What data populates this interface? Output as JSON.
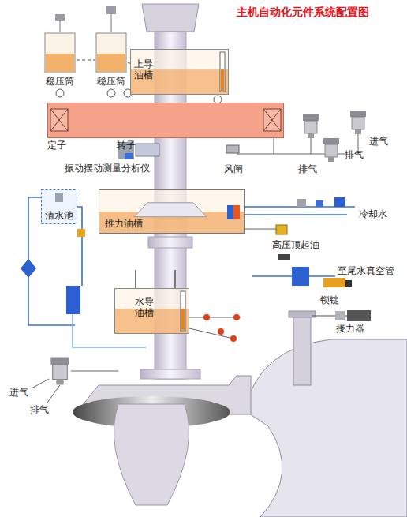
{
  "diagram": {
    "title": "主机自动化元件系统配置图",
    "nodes": [
      {
        "text": [
          "稳压筒"
        ]
      },
      {
        "text": [
          "稳压筒"
        ]
      },
      {
        "text": [
          "上导油槽"
        ]
      },
      {
        "text": [
          "定子",
          "转子"
        ]
      },
      {
        "text": [
          "推力油槽"
        ]
      },
      {
        "text": [
          "清水池"
        ]
      },
      {
        "text": [
          "水导油槽"
        ]
      }
    ],
    "edges": [
      {
        "from": 0,
        "to": 1,
        "arrow": "none"
      },
      {
        "from": 1,
        "to": 2,
        "arrow": "none"
      }
    ],
    "labels": [
      "进气",
      "排气",
      "振动摆动测量分析仪",
      "风闸",
      "排气",
      "冷却水",
      "高压顶起油",
      "至尾水真空管",
      "锁锭",
      "接力器",
      "进气",
      "排气"
    ]
  }
}
